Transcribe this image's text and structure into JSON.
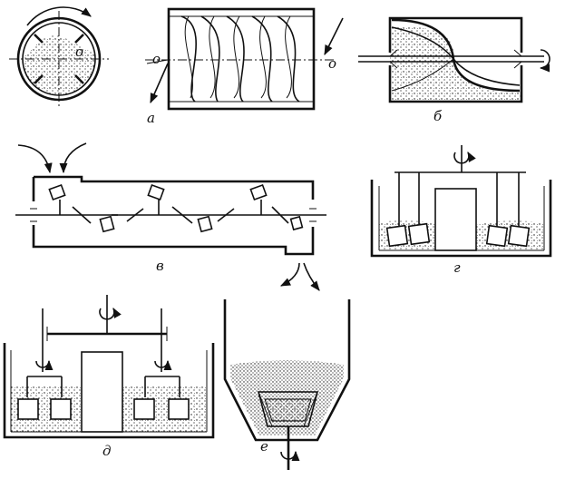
{
  "labels": {
    "a": "а",
    "b": "б",
    "v": "в",
    "g": "г",
    "d": "д",
    "e": "е",
    "axis_o1": "o",
    "axis_o2": "o",
    "axis_o3": "o"
  },
  "colors": {
    "ink": "#111111",
    "background": "#ffffff"
  }
}
